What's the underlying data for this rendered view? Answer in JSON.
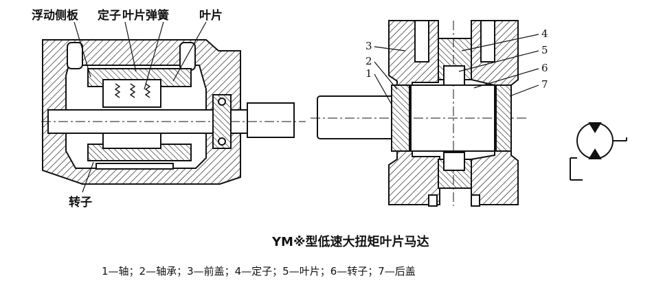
{
  "left_view": {
    "labels": {
      "floating_side_plate": "浮动侧板",
      "stator": "定子",
      "vane_spring": "叶片弹簧",
      "vane": "叶片",
      "rotor": "转子"
    }
  },
  "right_view": {
    "part_numbers": [
      "1",
      "2",
      "3",
      "4",
      "5",
      "6",
      "7"
    ]
  },
  "caption": {
    "title": "YM※型低速大扭矩叶片马达",
    "legend": "1—轴；2—轴承；3—前盖；4—定子；5—叶片；6—转子；7—后盖"
  }
}
